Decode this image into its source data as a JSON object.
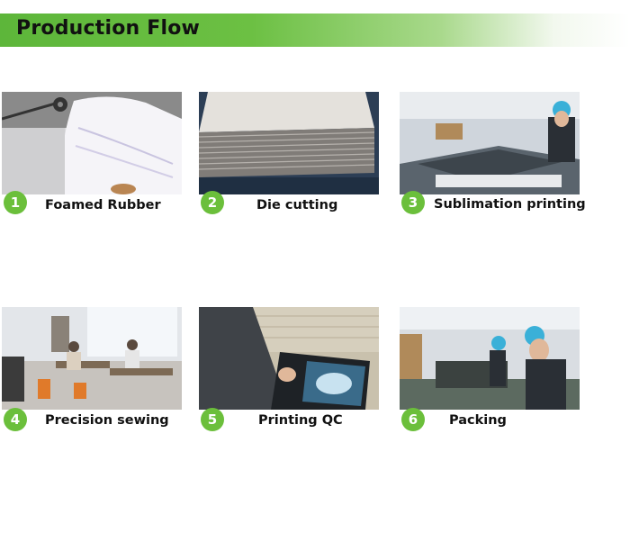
{
  "header": {
    "title": "Production Flow"
  },
  "steps": [
    {
      "number": "1",
      "label": "Foamed Rubber"
    },
    {
      "number": "2",
      "label": "Die cutting"
    },
    {
      "number": "3",
      "label": "Sublimation printing"
    },
    {
      "number": "4",
      "label": "Precision sewing"
    },
    {
      "number": "5",
      "label": "Printing QC"
    },
    {
      "number": "6",
      "label": "Packing"
    }
  ],
  "colors": {
    "banner_green": "#5db63a",
    "badge_green": "#6bbf3b"
  }
}
